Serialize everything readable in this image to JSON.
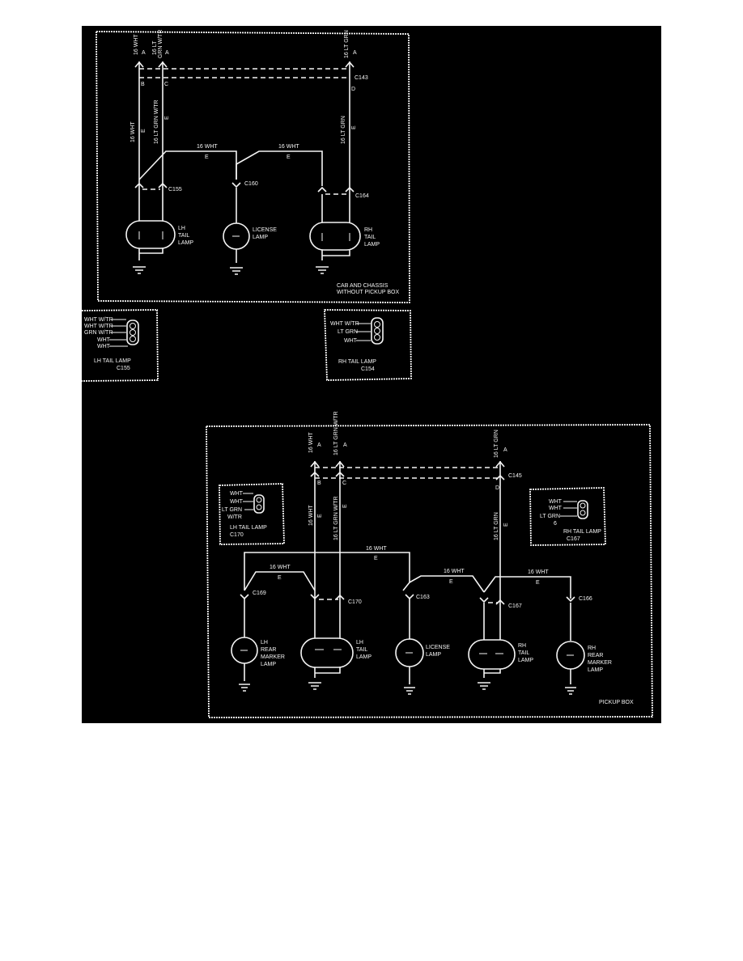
{
  "colors": {
    "background": "#000000",
    "line": "#f4f4f4",
    "page": "#ffffff"
  },
  "top": {
    "caption_1": "CAB AND CHASSIS",
    "caption_2": "WITHOUT PICKUP BOX",
    "wire_lh_top": "16 WHT",
    "wire_lh2_top_1": "16 LT",
    "wire_lh2_top_2": "GRN W/TR",
    "wire_rh_top": "16 LT GRN",
    "pin_a": "A",
    "pin_b": "B",
    "pin_c": "C",
    "pin_d": "D",
    "pin_e": "E",
    "c_top": "C143",
    "wire_lh_mid": "16 WHT",
    "wire_lh2_mid": "16 LT GRN W/TR",
    "wire_rh_mid": "16 LT GRN",
    "wire_h1": "16 WHT",
    "wire_h2": "16 WHT",
    "c_lh": "C155",
    "c_lic": "C160",
    "c_rh": "C164",
    "lh_lamp_1": "LH",
    "lh_lamp_2": "TAIL",
    "lh_lamp_3": "LAMP",
    "lic_lamp_1": "LICENSE",
    "lic_lamp_2": "LAMP",
    "rh_lamp_1": "RH",
    "rh_lamp_2": "TAIL",
    "rh_lamp_3": "LAMP"
  },
  "lh_connector": {
    "wires": [
      "WHT W/TR",
      "WHT W/TR",
      "GRN W/TR",
      "WHT",
      "WHT"
    ],
    "title": "LH TAIL LAMP",
    "code": "C155"
  },
  "rh_connector": {
    "wires": [
      "WHT W/TR",
      "LT GRN",
      "WHT"
    ],
    "title": "RH TAIL LAMP",
    "code": "C154"
  },
  "bottom": {
    "caption": "PICKUP BOX",
    "wire_top_1": "16 WHT",
    "wire_top_2": "16 LT GRN W/TR",
    "wire_top_3": "16 LT GRN",
    "pin_a": "A",
    "pin_b": "B",
    "pin_c": "C",
    "pin_d": "D",
    "pin_e": "E",
    "c_top": "C145",
    "wire_mid_1": "16 WHT",
    "wire_mid_2": "16 LT GRN W/TR",
    "wire_mid_3": "16 LT GRN",
    "wire_h_long": "16 WHT",
    "wire_h_lh": "16 WHT",
    "wire_h_mid": "16 WHT",
    "wire_h_rh": "16 WHT",
    "c_lhm": "C169",
    "c_lht": "C170",
    "c_lic": "C163",
    "c_rht": "C167",
    "c_rhm": "C166",
    "lhm_1": "LH",
    "lhm_2": "REAR",
    "lhm_3": "MARKER",
    "lhm_4": "LAMP",
    "lht_1": "LH",
    "lht_2": "TAIL",
    "lht_3": "LAMP",
    "lic_1": "LICENSE",
    "lic_2": "LAMP",
    "rht_1": "RH",
    "rht_2": "TAIL",
    "rht_3": "LAMP",
    "rhm_1": "RH",
    "rhm_2": "REAR",
    "rhm_3": "MARKER",
    "rhm_4": "LAMP",
    "inset_l": {
      "wires": [
        "WHT",
        "WHT",
        "LT GRN",
        "W/TR"
      ],
      "title": "LH TAIL LAMP",
      "code": "C170"
    },
    "inset_r": {
      "wires": [
        "WHT",
        "WHT",
        "LT GRN",
        "6"
      ],
      "title": "RH TAIL LAMP",
      "code": "C167"
    }
  }
}
